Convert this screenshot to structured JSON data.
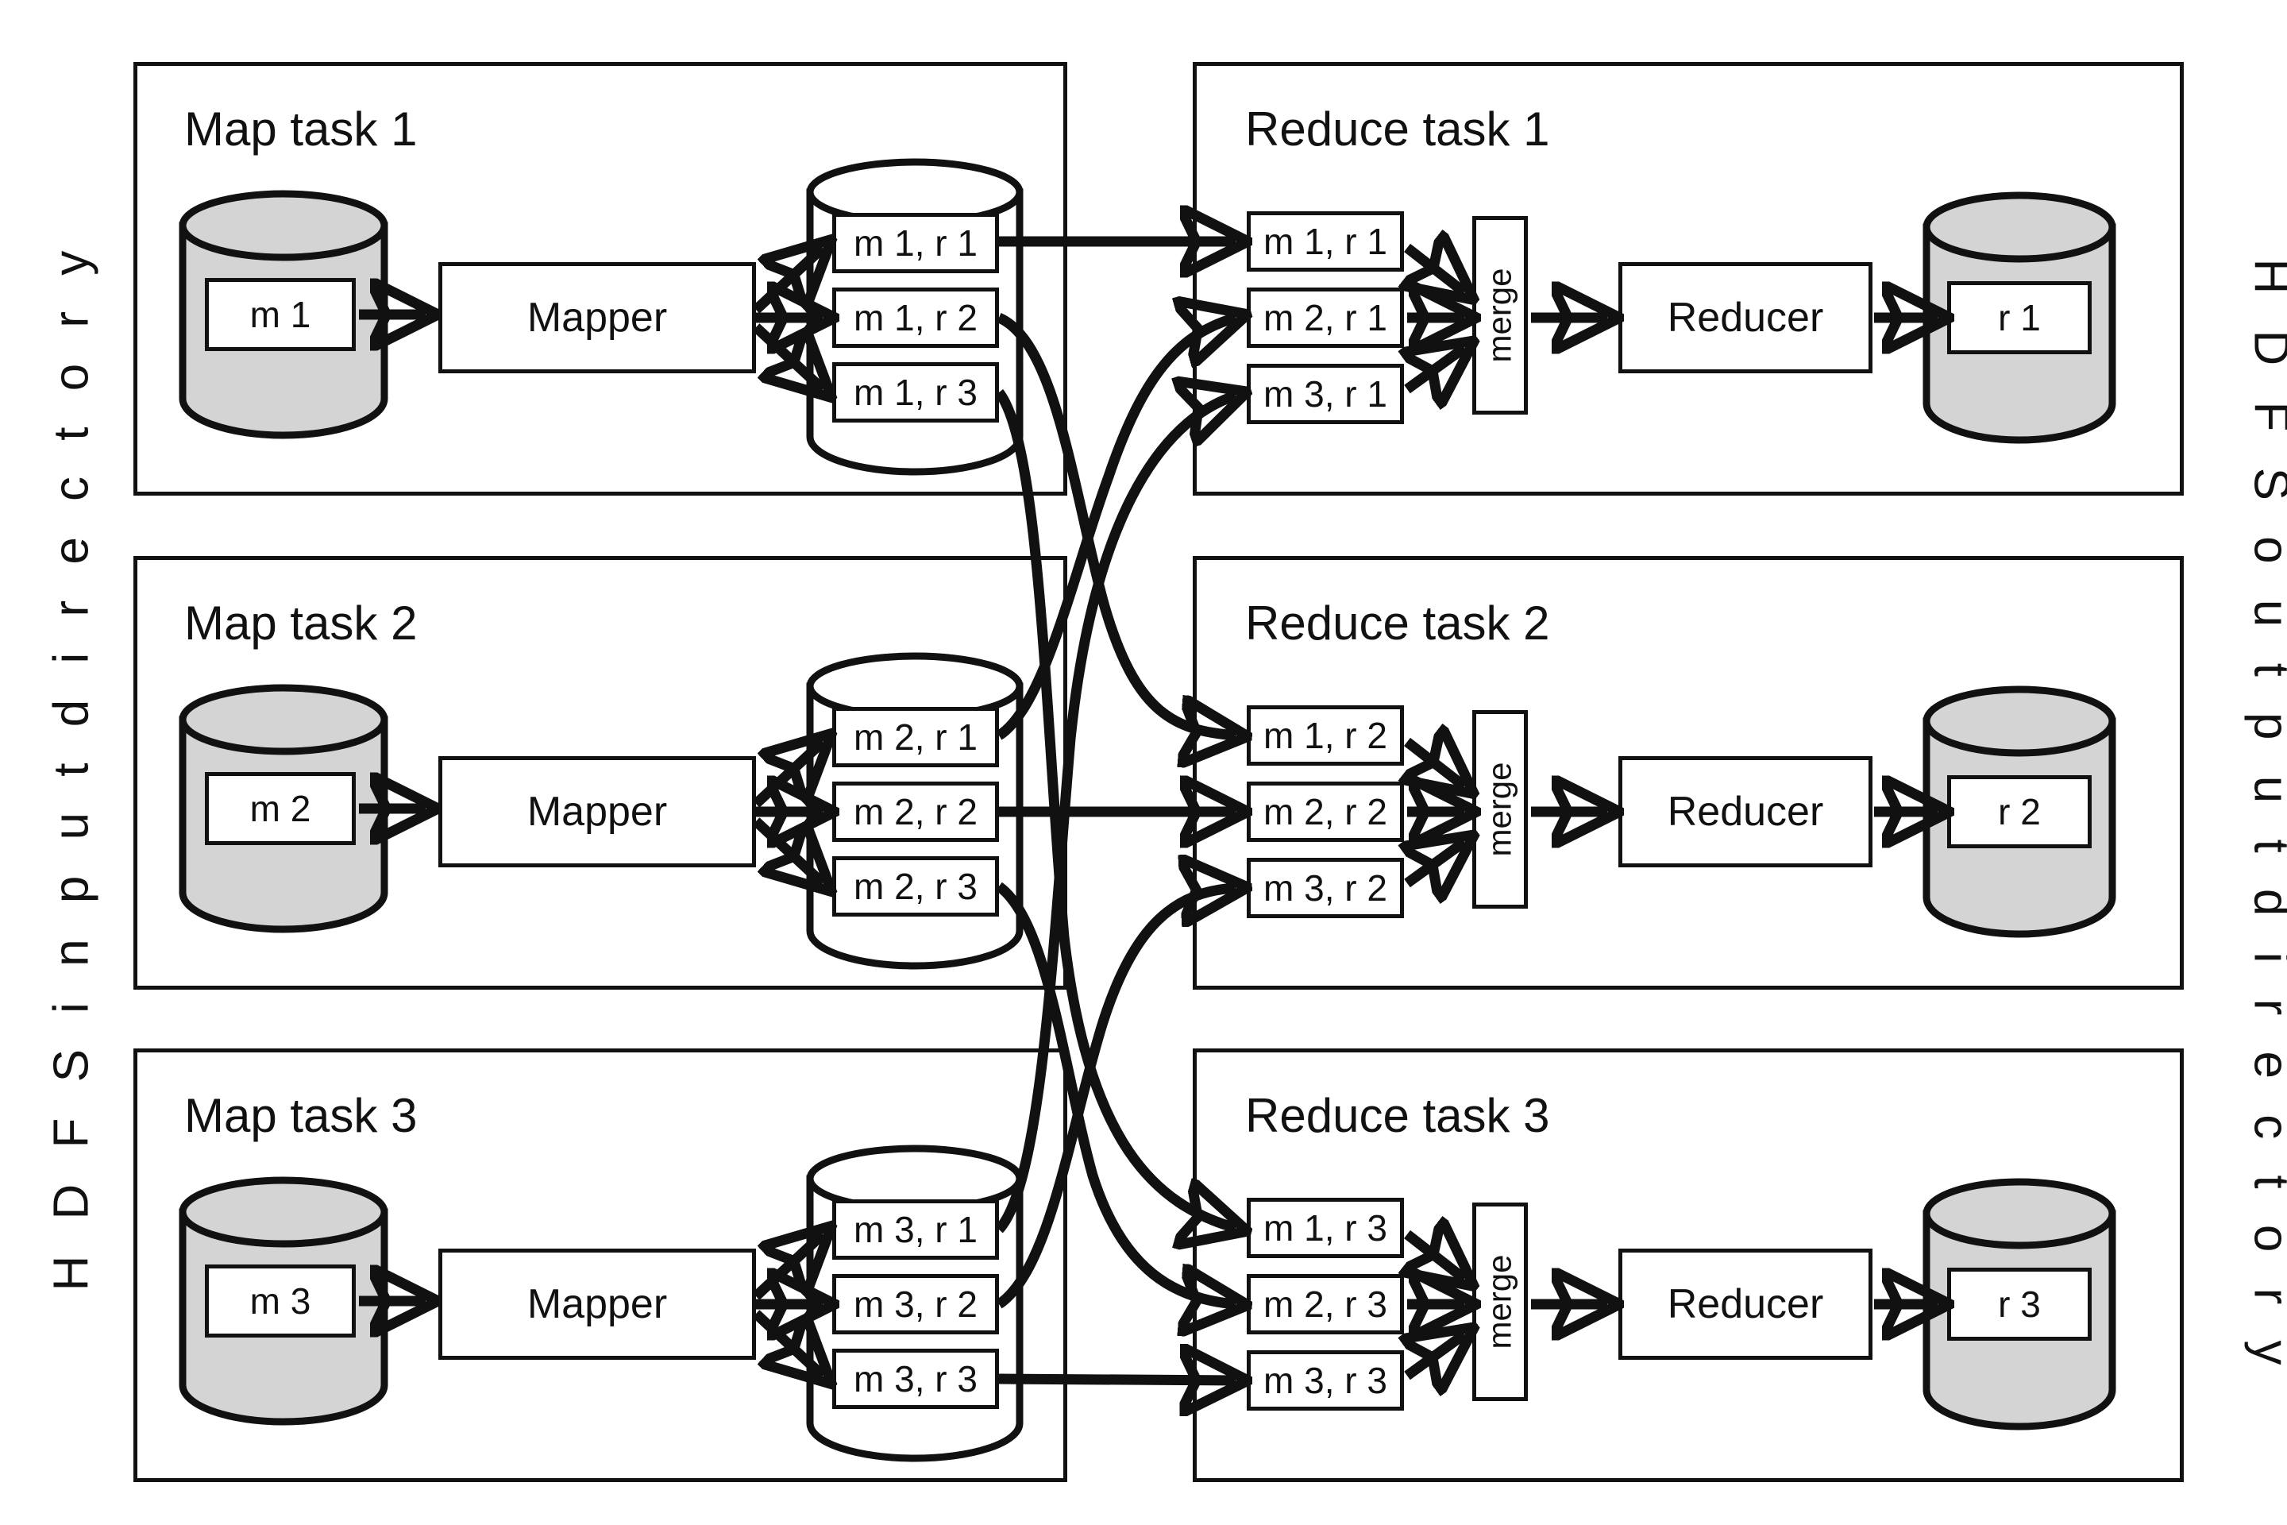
{
  "diagram": {
    "title": "MapReduce data flow with multiple map and reduce tasks",
    "type": "flow-diagram",
    "stroke_color": "#111111",
    "cylinder_fill": "#d4d4d4",
    "background": "#ffffff"
  },
  "side_labels": {
    "left": "H D F S   i n p u t   d i r e c t o r y",
    "right": "H D F S   o u t p u t   d i r e c t o r y"
  },
  "map_tasks": [
    {
      "title": "Map task 1",
      "input_split": "m 1",
      "mapper_label": "Mapper",
      "partitions": [
        "m 1, r 1",
        "m 1, r 2",
        "m 1, r 3"
      ]
    },
    {
      "title": "Map task 2",
      "input_split": "m 2",
      "mapper_label": "Mapper",
      "partitions": [
        "m 2, r 1",
        "m 2, r 2",
        "m 2, r 3"
      ]
    },
    {
      "title": "Map task 3",
      "input_split": "m 3",
      "mapper_label": "Mapper",
      "partitions": [
        "m 3, r 1",
        "m 3, r 2",
        "m 3, r 3"
      ]
    }
  ],
  "reduce_tasks": [
    {
      "title": "Reduce task 1",
      "inputs": [
        "m 1, r 1",
        "m 2, r 1",
        "m 3, r 1"
      ],
      "merge_label": "merge",
      "reducer_label": "Reducer",
      "output": "r 1"
    },
    {
      "title": "Reduce task 2",
      "inputs": [
        "m 1, r 2",
        "m 2, r 2",
        "m 3, r 2"
      ],
      "merge_label": "merge",
      "reducer_label": "Reducer",
      "output": "r 2"
    },
    {
      "title": "Reduce task 3",
      "inputs": [
        "m 1, r 3",
        "m 2, r 3",
        "m 3, r 3"
      ],
      "merge_label": "merge",
      "reducer_label": "Reducer",
      "output": "r 3"
    }
  ],
  "shuffle_edges": [
    {
      "from": "m 1, r 1",
      "to": "Reduce task 1",
      "style": "straight"
    },
    {
      "from": "m 1, r 2",
      "to": "Reduce task 2",
      "style": "curved"
    },
    {
      "from": "m 1, r 3",
      "to": "Reduce task 3",
      "style": "curved"
    },
    {
      "from": "m 2, r 1",
      "to": "Reduce task 1",
      "style": "curved"
    },
    {
      "from": "m 2, r 2",
      "to": "Reduce task 2",
      "style": "straight"
    },
    {
      "from": "m 2, r 3",
      "to": "Reduce task 3",
      "style": "curved"
    },
    {
      "from": "m 3, r 1",
      "to": "Reduce task 1",
      "style": "curved"
    },
    {
      "from": "m 3, r 2",
      "to": "Reduce task 2",
      "style": "curved"
    },
    {
      "from": "m 3, r 3",
      "to": "Reduce task 3",
      "style": "straight"
    }
  ]
}
